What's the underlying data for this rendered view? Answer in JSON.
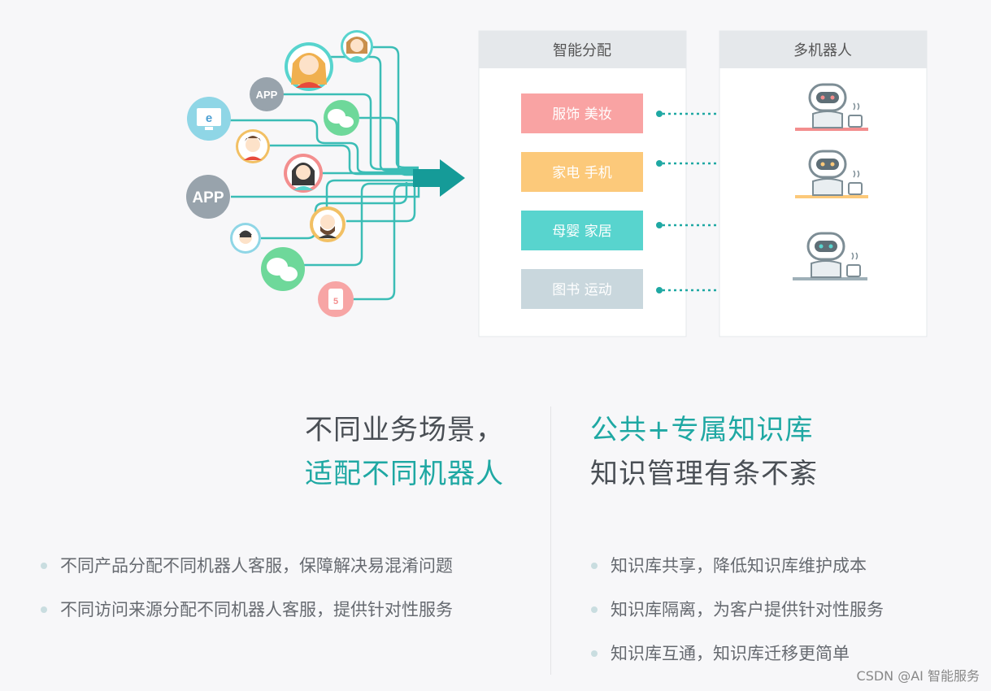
{
  "diagram": {
    "panel_left_title": "智能分配",
    "panel_right_title": "多机器人",
    "categories": [
      {
        "label": "服饰 美妆",
        "color": "#f9a3a3"
      },
      {
        "label": "家电 手机",
        "color": "#fcc97a"
      },
      {
        "label": "母婴 家居",
        "color": "#58d4ce"
      },
      {
        "label": "图书 运动",
        "color": "#c9d7dd"
      }
    ],
    "source_app_label_small": "APP",
    "source_app_label_large": "APP",
    "colors": {
      "teal": "#2cb8b2",
      "dark_teal": "#159b98",
      "panel_header": "#e5e8eb",
      "text": "#555555"
    },
    "icons": [
      "person-icon",
      "app-icon",
      "wechat-icon",
      "ie-browser-icon",
      "html5-icon",
      "robot-icon",
      "arrow-icon"
    ]
  },
  "left_section": {
    "heading_line1": "不同业务场景，",
    "heading_line2": "适配不同机器人",
    "bullets": [
      "不同产品分配不同机器人客服，保障解决易混淆问题",
      "不同访问来源分配不同机器人客服，提供针对性服务"
    ]
  },
  "right_section": {
    "heading_line1": "公共+专属知识库",
    "heading_line2": "知识管理有条不紊",
    "bullets": [
      "知识库共享，降低知识库维护成本",
      "知识库隔离，为客户提供针对性服务",
      "知识库互通，知识库迁移更简单"
    ]
  },
  "watermark": "CSDN @AI 智能服务"
}
